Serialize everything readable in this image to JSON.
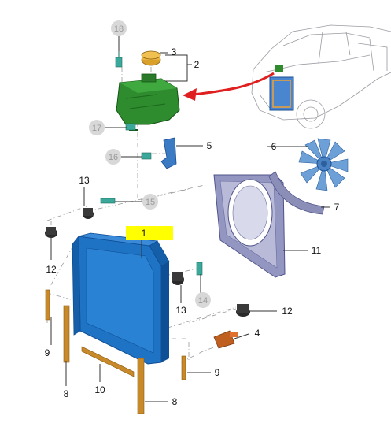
{
  "callouts": [
    {
      "id": "1",
      "label": "1",
      "highlighted": true
    },
    {
      "id": "2",
      "label": "2"
    },
    {
      "id": "3",
      "label": "3"
    },
    {
      "id": "4",
      "label": "4"
    },
    {
      "id": "5",
      "label": "5"
    },
    {
      "id": "6",
      "label": "6"
    },
    {
      "id": "7",
      "label": "7"
    },
    {
      "id": "8a",
      "label": "8"
    },
    {
      "id": "8b",
      "label": "8"
    },
    {
      "id": "9a",
      "label": "9"
    },
    {
      "id": "9b",
      "label": "9"
    },
    {
      "id": "10",
      "label": "10"
    },
    {
      "id": "11",
      "label": "11"
    },
    {
      "id": "12a",
      "label": "12"
    },
    {
      "id": "12b",
      "label": "12"
    },
    {
      "id": "13a",
      "label": "13"
    },
    {
      "id": "13b",
      "label": "13"
    },
    {
      "id": "14",
      "label": "14",
      "greyed": true
    },
    {
      "id": "15",
      "label": "15",
      "greyed": true
    },
    {
      "id": "16",
      "label": "16",
      "greyed": true
    },
    {
      "id": "17",
      "label": "17",
      "greyed": true
    },
    {
      "id": "18",
      "label": "18",
      "greyed": true
    }
  ],
  "colors": {
    "radiator": "#1f73c4",
    "radiator_dark": "#0f4f96",
    "expansion_tank": "#2e8b2e",
    "shroud": "#8b8fb8",
    "fan": "#6ea0d8",
    "brackets": "#c8892a",
    "cap": "#d9a12a",
    "fittings": "#3aa89a",
    "highlight": "#ffff00",
    "arrow": "#e02020",
    "grey_badge": "#d8d8d8"
  },
  "icons": [
    "red-location-arrow",
    "vehicle-locator-inset"
  ]
}
